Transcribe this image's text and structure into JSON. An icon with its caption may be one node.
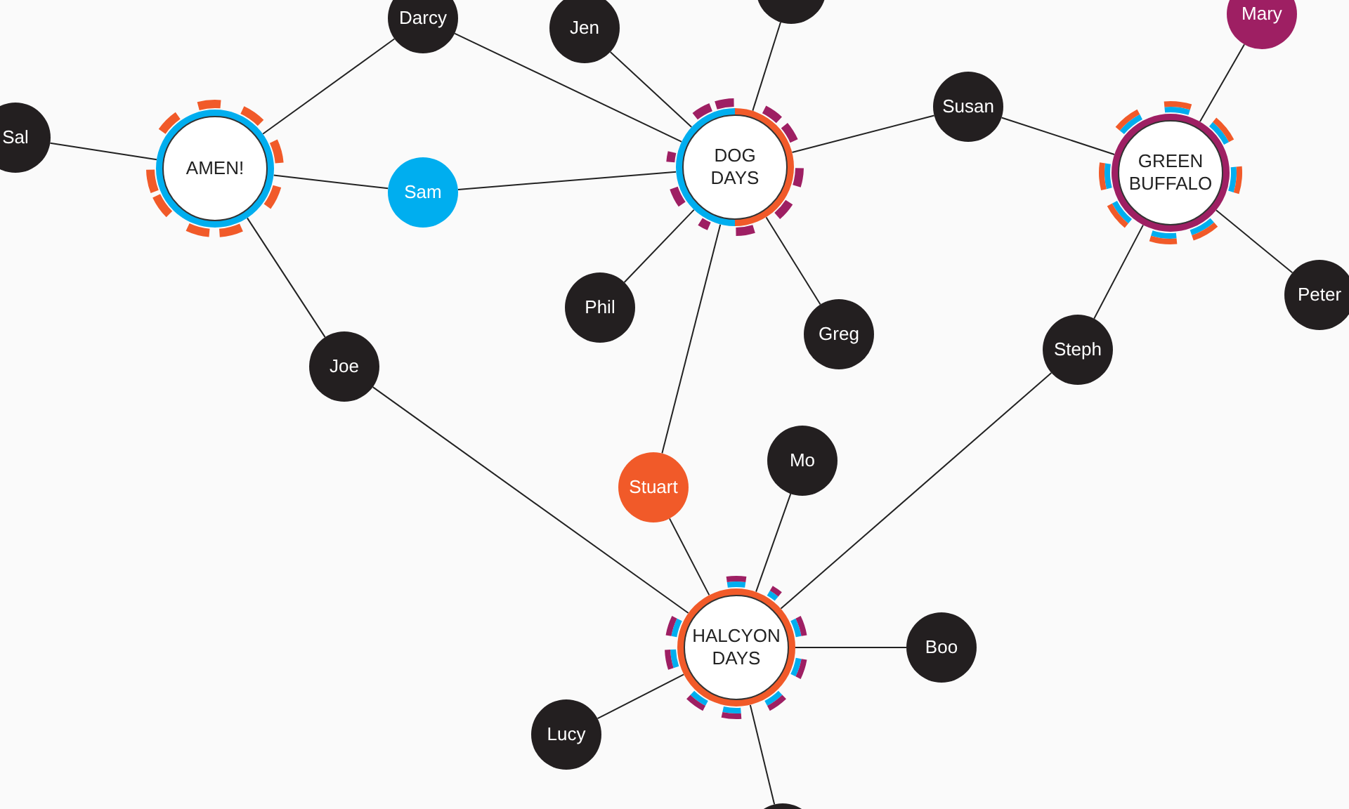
{
  "diagram": {
    "nodes": [
      {
        "text": [
          "Darcy"
        ]
      },
      {
        "text": [
          "Jen"
        ]
      },
      {
        "text": [],
        "shape": "circle"
      },
      {
        "text": [
          "Mary"
        ]
      },
      {
        "text": [
          "Susan"
        ]
      },
      {
        "text": [
          "Sal"
        ]
      },
      {
        "text": [
          "AMEN!"
        ]
      },
      {
        "text": [
          "DOG DAYS"
        ]
      },
      {
        "text": [
          "GREEN BUFFALO"
        ]
      },
      {
        "text": [
          "Sam"
        ]
      },
      {
        "text": [
          "Peter"
        ]
      },
      {
        "text": [
          "Phil"
        ]
      },
      {
        "text": [
          "Greg"
        ]
      },
      {
        "text": [
          "Steph"
        ]
      },
      {
        "text": [
          "Joe"
        ]
      },
      {
        "text": [
          "Mo"
        ]
      },
      {
        "text": [
          "Stuart"
        ]
      },
      {
        "text": [
          "HALCYON DAYS"
        ]
      },
      {
        "text": [
          "Boo"
        ]
      },
      {
        "text": [
          "Lucy"
        ]
      },
      {
        "text": [],
        "shape": "circle"
      }
    ],
    "edges": [
      {
        "from": 5,
        "to": 6,
        "arrow": "none"
      },
      {
        "from": 6,
        "to": 0,
        "arrow": "none"
      },
      {
        "from": 6,
        "to": 9,
        "arrow": "none"
      },
      {
        "from": 6,
        "to": 14,
        "arrow": "none"
      },
      {
        "from": 0,
        "to": 7,
        "arrow": "none"
      },
      {
        "from": 9,
        "to": 7,
        "arrow": "none"
      },
      {
        "from": 1,
        "to": 7,
        "arrow": "none"
      },
      {
        "from": 2,
        "to": 7,
        "arrow": "none"
      },
      {
        "from": 7,
        "to": 4,
        "arrow": "none"
      },
      {
        "from": 7,
        "to": 11,
        "arrow": "none"
      },
      {
        "from": 7,
        "to": 12,
        "arrow": "none"
      },
      {
        "from": 7,
        "to": 16,
        "arrow": "none"
      },
      {
        "from": 4,
        "to": 8,
        "arrow": "none"
      },
      {
        "from": 3,
        "to": 8,
        "arrow": "none"
      },
      {
        "from": 8,
        "to": 10,
        "arrow": "none"
      },
      {
        "from": 8,
        "to": 13,
        "arrow": "none"
      },
      {
        "from": 14,
        "to": 17,
        "arrow": "none"
      },
      {
        "from": 16,
        "to": 17,
        "arrow": "none"
      },
      {
        "from": 15,
        "to": 17,
        "arrow": "none"
      },
      {
        "from": 13,
        "to": 17,
        "arrow": "none"
      },
      {
        "from": 18,
        "to": 17,
        "arrow": "none"
      },
      {
        "from": 19,
        "to": 17,
        "arrow": "none"
      },
      {
        "from": 17,
        "to": 20,
        "arrow": "none"
      }
    ]
  }
}
